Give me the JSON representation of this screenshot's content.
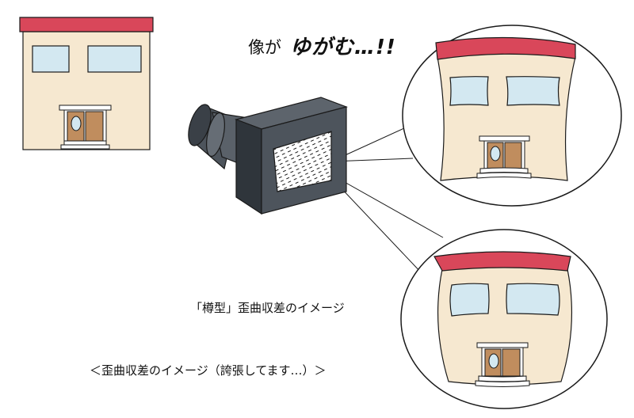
{
  "texts": {
    "headline_plain": "像が",
    "headline_bold": "ゆがむ…!!",
    "barrel_caption": "「樽型」歪曲収差のイメージ",
    "note_caption": "＜歪曲収差のイメージ（誇張してます…）＞"
  },
  "colors": {
    "roof": "#d9475a",
    "wall": "#f6e8d0",
    "window": "#d3e8f1",
    "door": "#c08d5e",
    "camera_body": "#4d545c",
    "camera_dark": "#2f353b",
    "outline": "#1a1a1a"
  }
}
